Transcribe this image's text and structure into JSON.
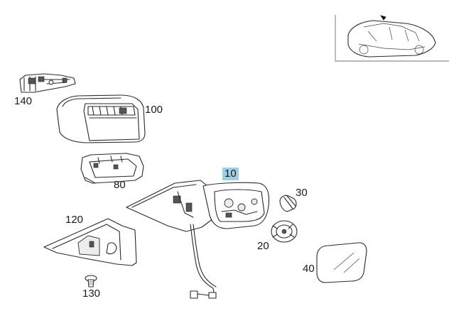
{
  "diagram": {
    "highlight_color": "#9fd0e2",
    "parts": [
      {
        "id": "140",
        "label": "140"
      },
      {
        "id": "100",
        "label": "100"
      },
      {
        "id": "80",
        "label": "80"
      },
      {
        "id": "10",
        "label": "10",
        "highlighted": true
      },
      {
        "id": "30",
        "label": "30"
      },
      {
        "id": "20",
        "label": "20"
      },
      {
        "id": "120",
        "label": "120"
      },
      {
        "id": "40",
        "label": "40"
      },
      {
        "id": "130",
        "label": "130"
      }
    ],
    "inset": {
      "icon": "car-locator-icon"
    }
  }
}
